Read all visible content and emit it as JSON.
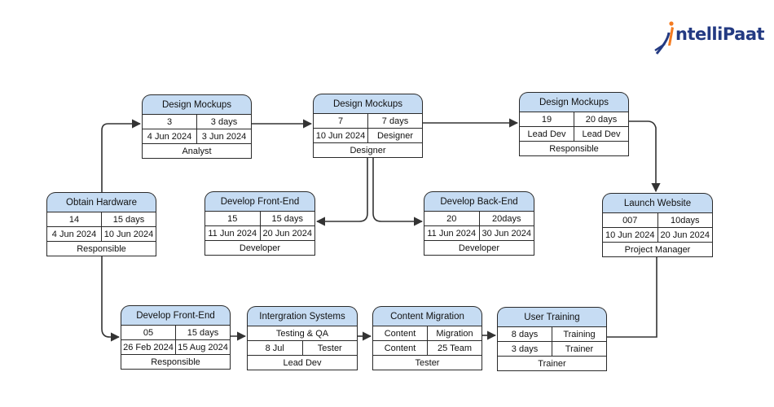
{
  "brand": {
    "logo_text": "ntelliPaat",
    "accent": "#f47b20",
    "primary": "#233a82"
  },
  "colors": {
    "header_fill": "#c6dcf3",
    "border": "#2a2a2a",
    "connector": "#333333"
  },
  "nodes": [
    {
      "id": "dm1",
      "title": "Design Mockups",
      "r1": [
        "3",
        "3 days"
      ],
      "r2": [
        "4 Jun 2024",
        "3 Jun 2024"
      ],
      "foot": "Analyst"
    },
    {
      "id": "dm2",
      "title": "Design Mockups",
      "r1": [
        "7",
        "7 days"
      ],
      "r2": [
        "10 Jun 2024",
        "Designer"
      ],
      "foot": "Designer"
    },
    {
      "id": "dm3",
      "title": "Design Mockups",
      "r1": [
        "19",
        "20 days"
      ],
      "r2": [
        "Lead Dev",
        "Lead Dev"
      ],
      "foot": "Responsible"
    },
    {
      "id": "oh",
      "title": "Obtain Hardware",
      "r1": [
        "14",
        "15 days"
      ],
      "r2": [
        "4 Jun 2024",
        "10 Jun 2024"
      ],
      "foot": "Responsible"
    },
    {
      "id": "dfe1",
      "title": "Develop Front-End",
      "r1": [
        "15",
        "15 days"
      ],
      "r2": [
        "11 Jun 2024",
        "20 Jun 2024"
      ],
      "foot": "Developer"
    },
    {
      "id": "dbe",
      "title": "Develop Back-End",
      "r1": [
        "20",
        "20days"
      ],
      "r2": [
        "11 Jun 2024",
        "30 Jun 2024"
      ],
      "foot": "Developer"
    },
    {
      "id": "lw",
      "title": "Launch Website",
      "r1": [
        "007",
        "10days"
      ],
      "r2": [
        "10 Jun 2024",
        "20 Jun 2024"
      ],
      "foot": "Project Manager"
    },
    {
      "id": "dfe2",
      "title": "Develop Front-End",
      "r1": [
        "05",
        "15 days"
      ],
      "r2": [
        "26 Feb 2024",
        "15 Aug 2024"
      ],
      "foot": "Responsible"
    },
    {
      "id": "is",
      "title": "Intergration Systems",
      "r1": [
        "Testing & QA"
      ],
      "r2": [
        "8 Jul",
        "Tester"
      ],
      "foot": "Lead Dev"
    },
    {
      "id": "cm",
      "title": "Content Migration",
      "r1": [
        "Content",
        "Migration"
      ],
      "r2": [
        "Content",
        "25 Team"
      ],
      "foot": "Tester"
    },
    {
      "id": "ut",
      "title": "User Training",
      "r1": [
        "8 days",
        "Training"
      ],
      "r2": [
        "3 days",
        "Trainer"
      ],
      "foot": "Trainer"
    }
  ]
}
